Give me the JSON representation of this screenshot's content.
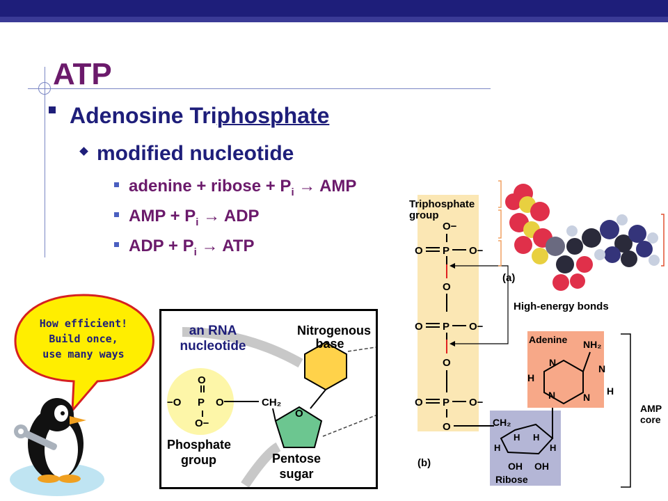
{
  "slide": {
    "title": "ATP",
    "bullet1_prefix": "Adenosine Tri",
    "bullet1_underlined": "phosphate",
    "bullet2": "modified nucleotide",
    "bullet3": {
      "left": "adenine + ribose + P",
      "sub": "i",
      "arrow": "→",
      "right": "AMP"
    },
    "bullet4": {
      "left": "AMP + P",
      "sub": "i",
      "arrow": "→",
      "right": "ADP"
    },
    "bullet5": {
      "left": "ADP + P",
      "sub": "i",
      "arrow": "→",
      "right": "ATP"
    }
  },
  "speech_bubble": {
    "lines": [
      "How efficient!",
      "Build once,",
      "use many ways"
    ]
  },
  "rna_diagram": {
    "caption_line1": "an RNA",
    "caption_line2": "nucleotide",
    "nitrogenous_line1": "Nitrogenous",
    "nitrogenous_line2": "base",
    "phosphate_group_line1": "Phosphate",
    "phosphate_group_line2": "group",
    "pentose_line1": "Pentose",
    "pentose_line2": "sugar",
    "o_top": "O",
    "o_minus_left": "−O",
    "p": "P",
    "o_right": "O",
    "o_minus_bottom": "O−",
    "ch2": "CH₂",
    "ring_o": "O"
  },
  "atp_diagram": {
    "triphosphate_line1": "Triphosphate",
    "triphosphate_line2": "group",
    "o_minus": "O−",
    "o": "O",
    "p": "P",
    "label_a": "(a)",
    "label_b": "(b)",
    "high_energy_bonds": "High-energy bonds",
    "adenine": "Adenine",
    "nh2": "NH₂",
    "n": "N",
    "h": "H",
    "ch2": "CH₂",
    "oh": "OH",
    "ribose": "Ribose",
    "amp_line1": "AMP",
    "amp_line2": "core"
  },
  "colors": {
    "dark_blue": "#1e1e7a",
    "purple": "#6b1a6b",
    "bubble_yellow": "#ffee00",
    "bubble_border": "#d62020",
    "triphosphate_panel": "#fbe7b4",
    "adenine_panel": "#f7a888",
    "ribose_panel": "#b4b6d6"
  }
}
